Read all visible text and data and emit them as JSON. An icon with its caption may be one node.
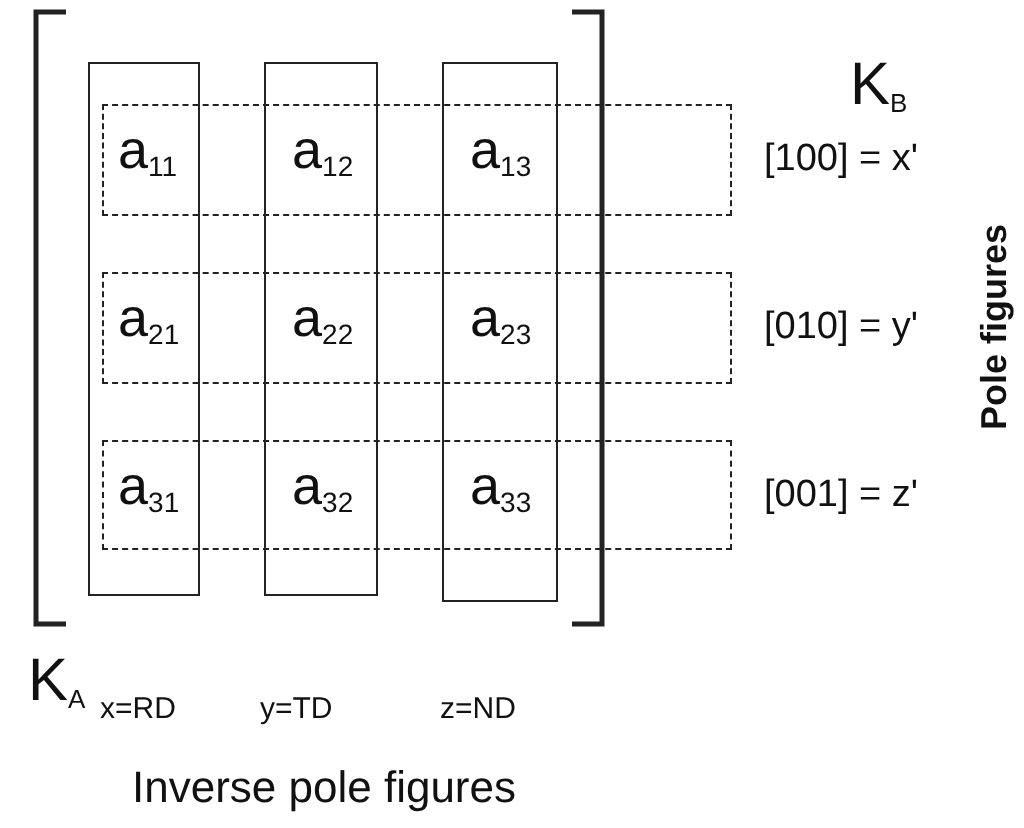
{
  "diagram": {
    "nodes": [
      {
        "text": [],
        "shape": "box",
        "beside": [
          "x=RD"
        ]
      },
      {
        "text": [],
        "shape": "box",
        "beside": [
          "y=TD"
        ]
      },
      {
        "text": [],
        "shape": "box",
        "beside": [
          "z=ND"
        ]
      },
      {
        "text": [],
        "shape": "box",
        "beside": [
          "[100] = x'"
        ]
      },
      {
        "text": [],
        "shape": "box",
        "beside": [
          "[010] = y'"
        ]
      },
      {
        "text": [],
        "shape": "box",
        "beside": [
          "[001] = z'"
        ]
      }
    ],
    "labels": [
      "K$_{B}$",
      "a$_{11}$",
      "a$_{12}$",
      "a$_{13}$",
      "a$_{21}$",
      "a$_{22}$",
      "a$_{23}$",
      "a$_{31}$",
      "a$_{32}$",
      "a$_{33}$",
      "Pole figures",
      "K$_{A}$",
      "Inverse pole figures"
    ]
  }
}
